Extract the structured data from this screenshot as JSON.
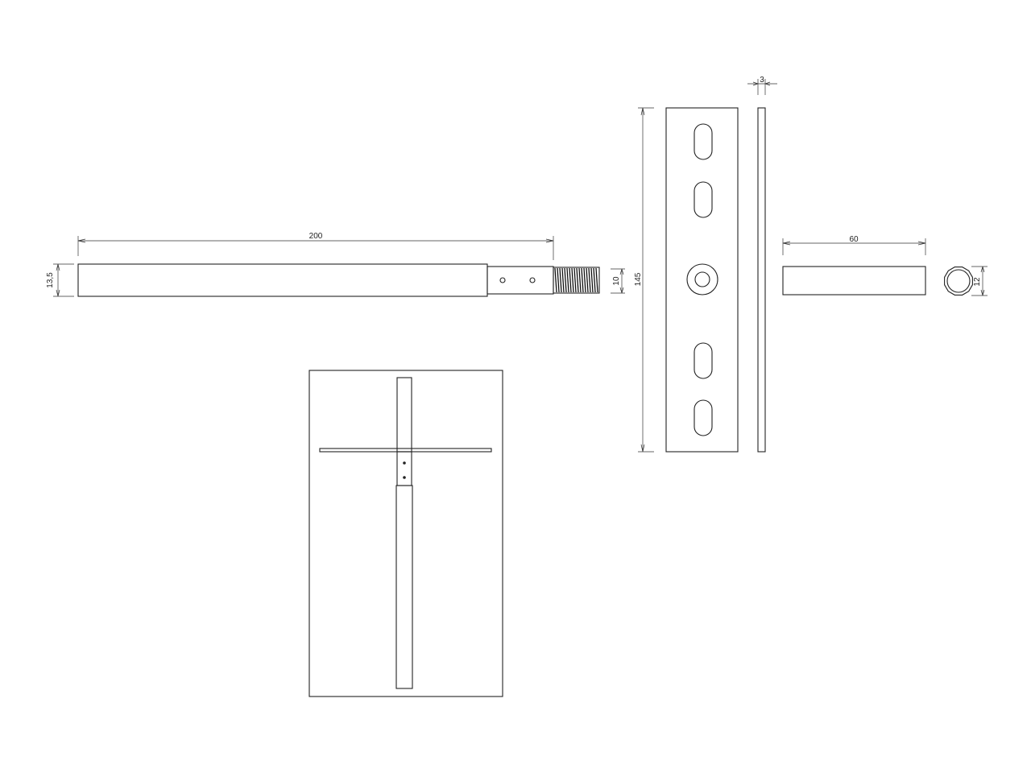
{
  "dimensions": {
    "rod_length": "200",
    "rod_diameter": "13,5",
    "thread_diameter": "10",
    "plate_height": "145",
    "plate_thickness": "3",
    "tube_length": "60",
    "tube_diameter": "12"
  },
  "colors": {
    "line": "#222222",
    "background": "#ffffff"
  }
}
